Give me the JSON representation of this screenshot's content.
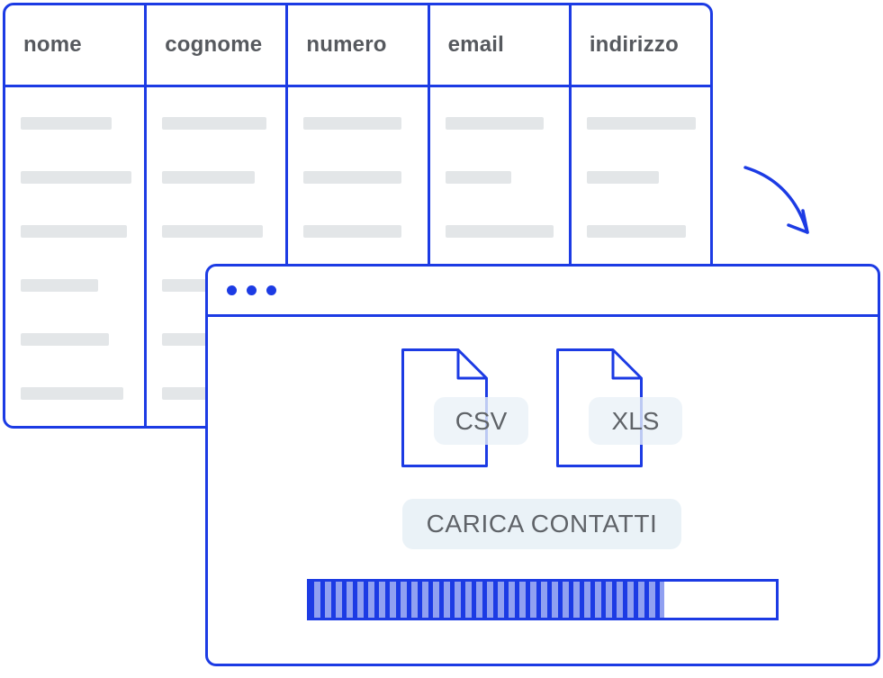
{
  "colors": {
    "accent_blue": "#1c3be4",
    "stripe_light_blue": "#90a0f1",
    "placeholder_gray": "#e3e6e8",
    "text_gray": "#5f6368",
    "chip_bg": "#eaf2f7"
  },
  "table": {
    "headers": [
      "nome",
      "cognome",
      "numero",
      "email",
      "indirizzo"
    ],
    "row_count": 6,
    "bar_widths": [
      [
        101,
        123,
        118,
        86,
        98,
        114
      ],
      [
        116,
        103,
        112,
        55,
        50,
        52
      ],
      [
        109,
        109,
        109,
        0,
        0,
        0
      ],
      [
        109,
        73,
        120,
        0,
        0,
        0
      ],
      [
        121,
        80,
        110,
        0,
        0,
        0
      ]
    ]
  },
  "arrow": {
    "name": "curved-arrow"
  },
  "window": {
    "dots": 3,
    "files": [
      {
        "label": "CSV"
      },
      {
        "label": "XLS"
      }
    ],
    "button_label": "CARICA CONTATTI",
    "progress_percent": 76
  }
}
